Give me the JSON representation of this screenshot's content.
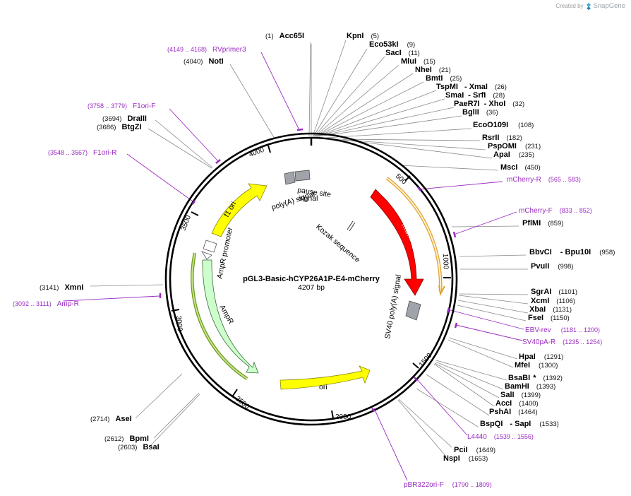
{
  "watermark": {
    "created_by": "Created by",
    "brand": "SnapGene"
  },
  "plasmid": {
    "name": "pGL3-Basic-hCYP26A1P-E4-mCherry",
    "length_label": "4207 bp",
    "length": 4207
  },
  "ticks": [
    {
      "label": "500",
      "bp": 500
    },
    {
      "label": "1000",
      "bp": 1000
    },
    {
      "label": "1500",
      "bp": 1500
    },
    {
      "label": "2000",
      "bp": 2000
    },
    {
      "label": "2500",
      "bp": 2500
    },
    {
      "label": "3000",
      "bp": 3000
    },
    {
      "label": "3500",
      "bp": 3500
    },
    {
      "label": "4000",
      "bp": 4000
    }
  ],
  "enzymes_right": [
    {
      "name": "KpnI",
      "pos": "(5)"
    },
    {
      "name": "Eco53kI",
      "pos": "(9)"
    },
    {
      "name": "SacI",
      "pos": "(11)"
    },
    {
      "name": "MluI",
      "pos": "(15)"
    },
    {
      "name": "NheI",
      "pos": "(21)"
    },
    {
      "name": "BmtI",
      "pos": "(25)"
    },
    {
      "name": "TspMI",
      "extra": "- XmaI",
      "pos": "(26)"
    },
    {
      "name": "SmaI",
      "extra": "- SrfI",
      "pos": "(28)"
    },
    {
      "name": "PaeR7I",
      "extra": "- XhoI",
      "pos": "(32)"
    },
    {
      "name": "BglII",
      "pos": "(36)"
    },
    {
      "name": "EcoO109I",
      "pos": "(108)"
    },
    {
      "name": "RsrII",
      "pos": "(182)"
    },
    {
      "name": "PspOMI",
      "pos": "(231)"
    },
    {
      "name": "ApaI",
      "pos": "(235)"
    },
    {
      "name": "MscI",
      "pos": "(450)"
    },
    {
      "name": "PflMI",
      "pos": "(859)"
    },
    {
      "name": "BbvCI",
      "extra": "- Bpu10I",
      "pos": "(958)"
    },
    {
      "name": "PvuII",
      "pos": "(998)"
    },
    {
      "name": "SgrAI",
      "pos": "(1101)"
    },
    {
      "name": "XcmI",
      "pos": "(1106)"
    },
    {
      "name": "XbaI",
      "pos": "(1131)"
    },
    {
      "name": "FseI",
      "pos": "(1150)"
    },
    {
      "name": "HpaI",
      "pos": "(1291)"
    },
    {
      "name": "MfeI",
      "pos": "(1300)"
    },
    {
      "name": "BsaBI",
      "extra": "*",
      "pos": "(1392)"
    },
    {
      "name": "BamHI",
      "pos": "(1393)"
    },
    {
      "name": "SalI",
      "pos": "(1399)"
    },
    {
      "name": "AccI",
      "pos": "(1400)"
    },
    {
      "name": "PshAI",
      "pos": "(1464)"
    },
    {
      "name": "BspQI",
      "extra": "- SapI",
      "pos": "(1533)"
    },
    {
      "name": "PciI",
      "pos": "(1649)"
    },
    {
      "name": "NspI",
      "pos": "(1653)"
    }
  ],
  "enzymes_left": [
    {
      "name": "Acc65I",
      "pos": "(1)"
    },
    {
      "name": "NotI",
      "pos": "(4040)"
    },
    {
      "name": "DraIII",
      "pos": "(3694)"
    },
    {
      "name": "BtgZI",
      "pos": "(3686)"
    },
    {
      "name": "XmnI",
      "pos": "(3141)"
    },
    {
      "name": "AseI",
      "pos": "(2714)"
    },
    {
      "name": "BpmI",
      "pos": "(2612)"
    },
    {
      "name": "BsaI",
      "pos": "(2603)"
    }
  ],
  "primers": [
    {
      "name": "RVprimer3",
      "range": "(4149 .. 4168)"
    },
    {
      "name": "F1ori-F",
      "range": "(3758 .. 3779)"
    },
    {
      "name": "F1ori-R",
      "range": "(3548 .. 3567)"
    },
    {
      "name": "Amp-R",
      "range": "(3092 .. 3111)"
    },
    {
      "name": "mCherry-R",
      "range": "(565 .. 583)"
    },
    {
      "name": "mCherry-F",
      "range": "(833 .. 852)"
    },
    {
      "name": "EBV-rev",
      "range": "(1181 .. 1200)"
    },
    {
      "name": "SV40pA-R",
      "range": "(1235 .. 1254)"
    },
    {
      "name": "L4440",
      "range": "(1539 .. 1556)"
    },
    {
      "name": "pBR322ori-F",
      "range": "(1790 .. 1809)"
    }
  ],
  "features": [
    {
      "name": "mCherry",
      "color": "#ff0000"
    },
    {
      "name": "SV40 poly(A) signal",
      "color": "#a0a4aa"
    },
    {
      "name": "ori",
      "color": "#ffff00"
    },
    {
      "name": "AmpR",
      "color": "#ccffcc"
    },
    {
      "name": "AmpR promoter",
      "color": "#ffffff"
    },
    {
      "name": "f1 ori",
      "color": "#ffff00"
    },
    {
      "name": "poly(A) signal",
      "color": "#a0a4aa"
    },
    {
      "name": "pause site",
      "color": "#a0a4aa"
    },
    {
      "name": "Kozak sequence",
      "color": "#ffffff"
    }
  ],
  "colors": {
    "primer": "#9b2cc2",
    "backbone": "#000000",
    "orf_outline": "#e0a030",
    "orf_green": "#6c9a1a"
  }
}
